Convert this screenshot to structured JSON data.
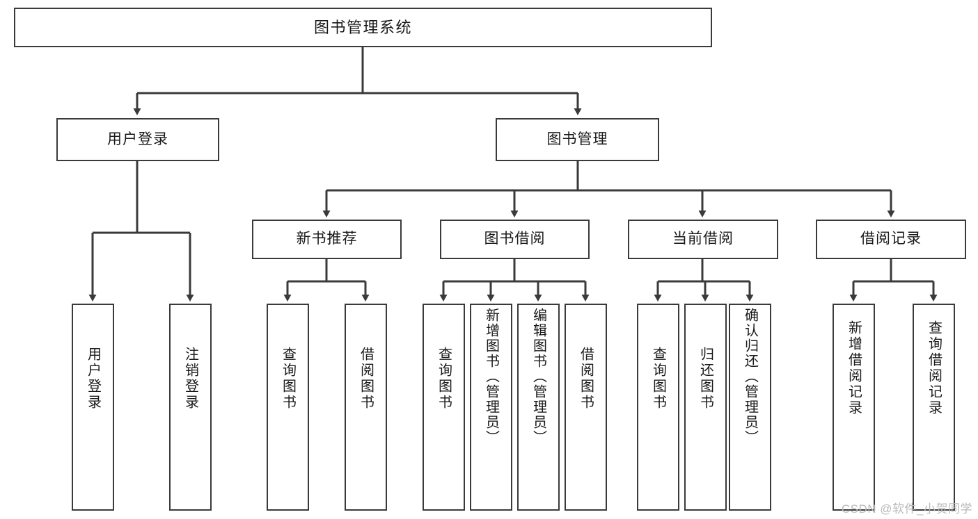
{
  "diagram": {
    "title": "图书管理系统",
    "type": "功能结构图",
    "style": {
      "box_border_color": "#3a3a3a",
      "box_fill_color": "#ffffff",
      "line_color": "#3a3a3a",
      "text_color": "#1a1a1a",
      "background": "#ffffff",
      "watermark_color": "#b9b9b9"
    }
  },
  "root": {
    "label": "图书管理系统"
  },
  "level2": [
    {
      "label": "用户登录"
    },
    {
      "label": "图书管理"
    }
  ],
  "level3": [
    {
      "label": "新书推荐"
    },
    {
      "label": "图书借阅"
    },
    {
      "label": "当前借阅"
    },
    {
      "label": "借阅记录"
    }
  ],
  "leaves": {
    "user_login": [
      {
        "label": "用户登录"
      },
      {
        "label": "注销登录"
      }
    ],
    "new_book": [
      {
        "label": "查询图书"
      },
      {
        "label": "借阅图书"
      }
    ],
    "book_borrow": [
      {
        "label": "查询图书"
      },
      {
        "label": "新增图书（管理员）"
      },
      {
        "label": "编辑图书（管理员）"
      },
      {
        "label": "借阅图书"
      }
    ],
    "current_borrow": [
      {
        "label": "查询图书"
      },
      {
        "label": "归还图书"
      },
      {
        "label": "确认归还（管理员）"
      }
    ],
    "borrow_record": [
      {
        "label": "新增借阅记录"
      },
      {
        "label": "查询借阅记录"
      }
    ]
  },
  "watermark": {
    "text": "CSDN @软件_小贺同学"
  }
}
